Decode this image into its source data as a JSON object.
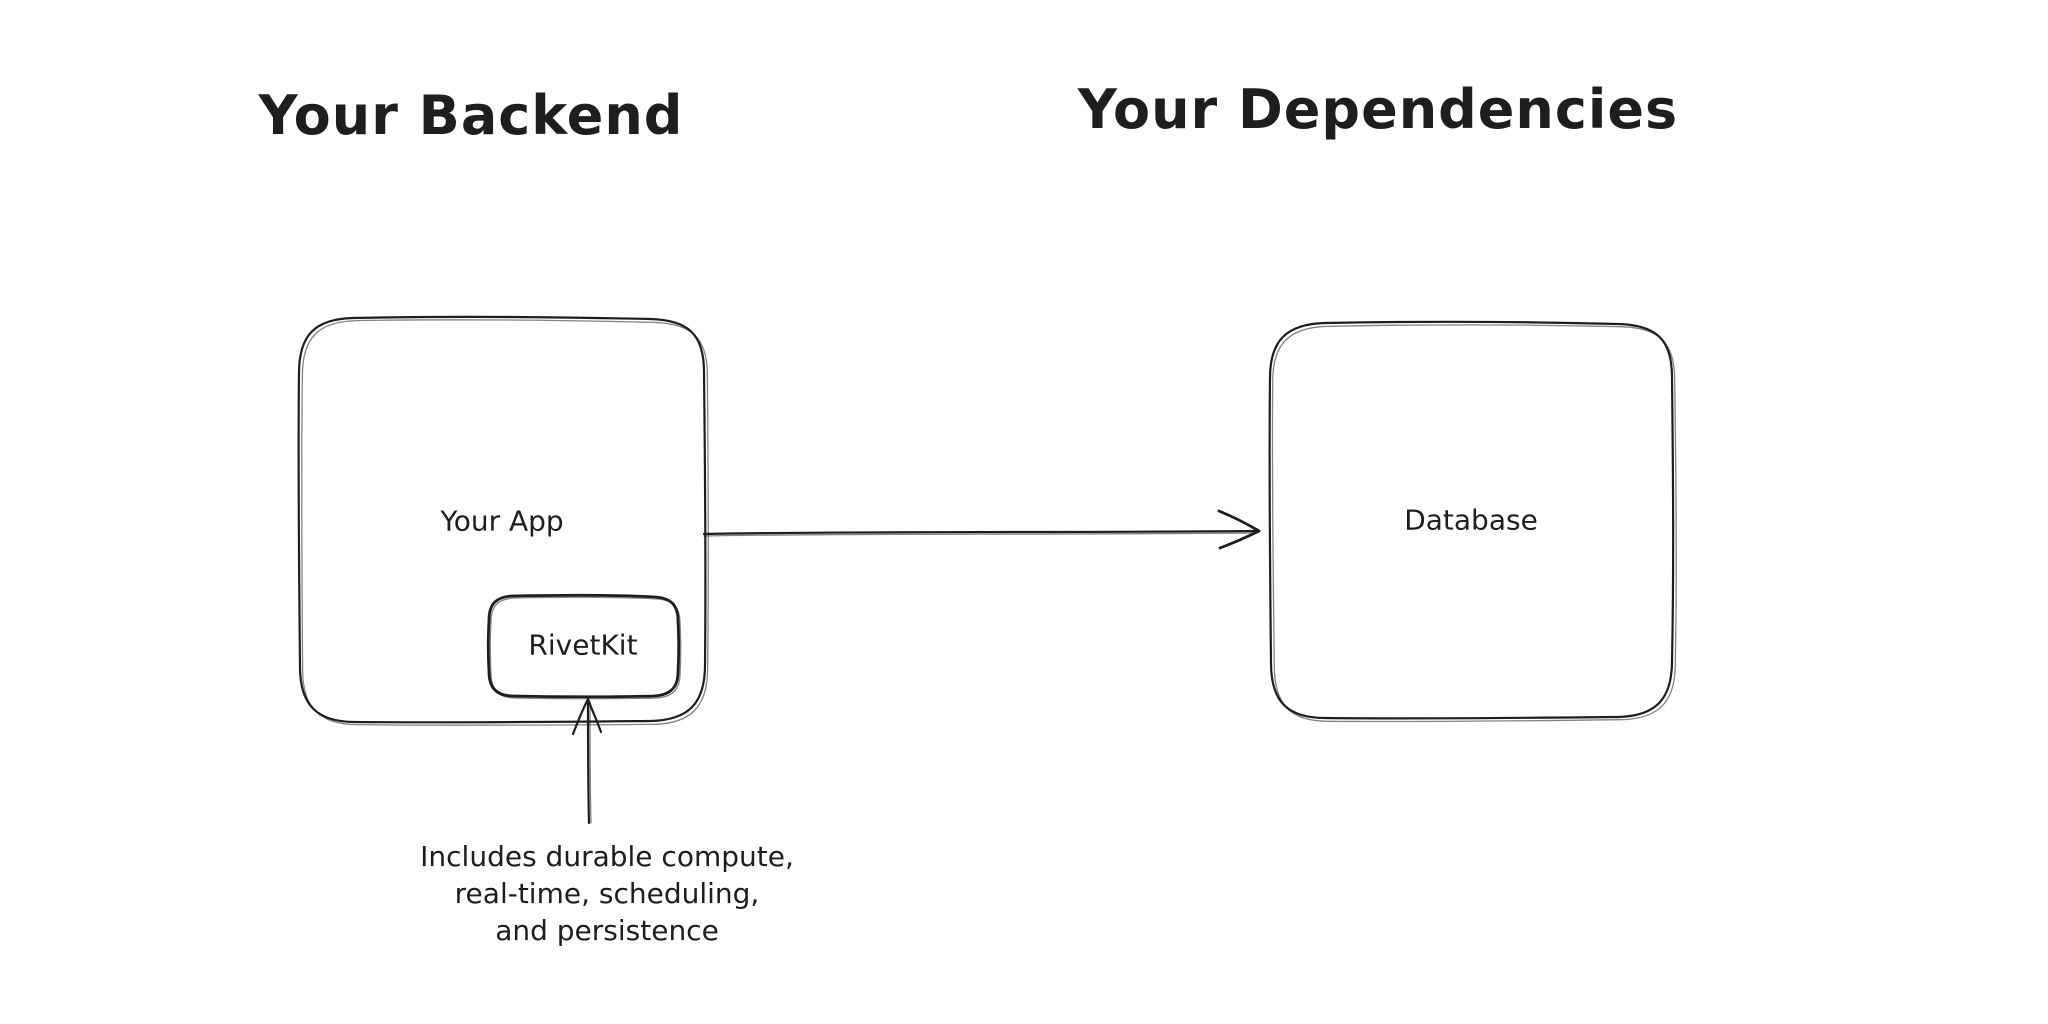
{
  "canvas": {
    "background_color": "#ffffff",
    "stroke_color": "#1e1e1e"
  },
  "sections": {
    "backend": {
      "title": "Your Backend"
    },
    "dependencies": {
      "title": "Your Dependencies"
    }
  },
  "nodes": {
    "your_app": {
      "label": "Your App"
    },
    "rivetkit": {
      "label": "RivetKit"
    },
    "database": {
      "label": "Database"
    }
  },
  "arrows": {
    "app_to_database": {
      "from": "Your App",
      "to": "Database"
    },
    "note_to_rivetkit": {
      "from": "annotation",
      "to": "RivetKit"
    }
  },
  "annotation": {
    "lines": [
      "Includes durable compute,",
      "real-time, scheduling,",
      "and persistence"
    ]
  }
}
